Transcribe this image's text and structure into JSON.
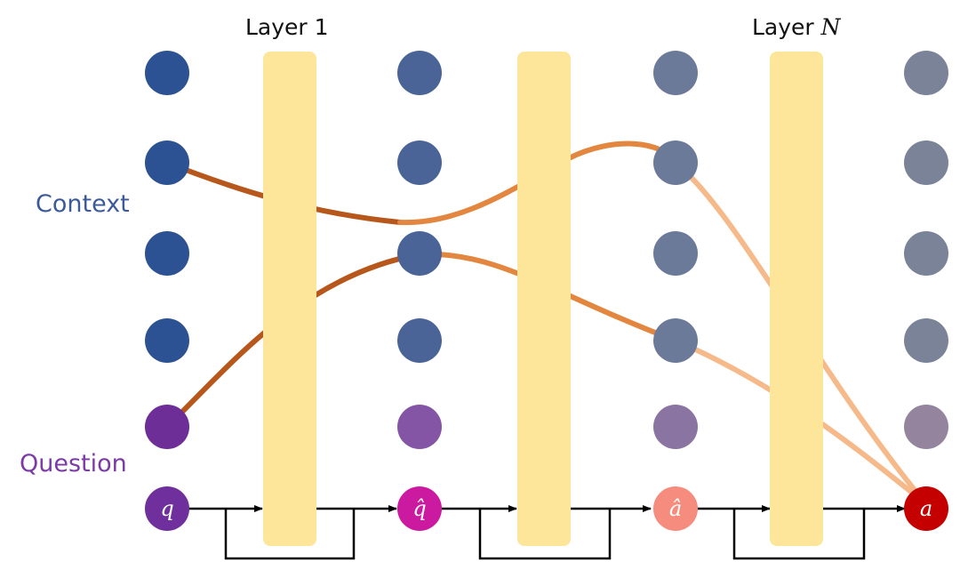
{
  "labels": {
    "layer_first": "Layer 1",
    "layer_last_prefix": "Layer ",
    "layer_last_var": "N",
    "context": "Context",
    "question": "Question"
  },
  "tokens": {
    "q": "q",
    "q_hat": "q̂",
    "a_hat": "â",
    "a": "a"
  },
  "colors": {
    "layer_block": "#fde59a",
    "context_col1": "#2d5294",
    "context_col2": "#4a6498",
    "context_col3": "#6b7a98",
    "context_col4": "#7a8398",
    "question_col1": "#6e2e98",
    "question_col2": "#8455a4",
    "question_col3": "#8a74a2",
    "question_col4": "#95849e",
    "token_q": "#6f2f9c",
    "token_q_hat": "#cc1aa0",
    "token_a_hat": "#f58c7e",
    "token_a": "#c40000",
    "context_label": "#3c5a9a",
    "question_label": "#7b3aa6",
    "path_dark": "#b8571b",
    "path_mid": "#e38740",
    "path_light": "#f5b98a",
    "arrow": "#000000"
  }
}
